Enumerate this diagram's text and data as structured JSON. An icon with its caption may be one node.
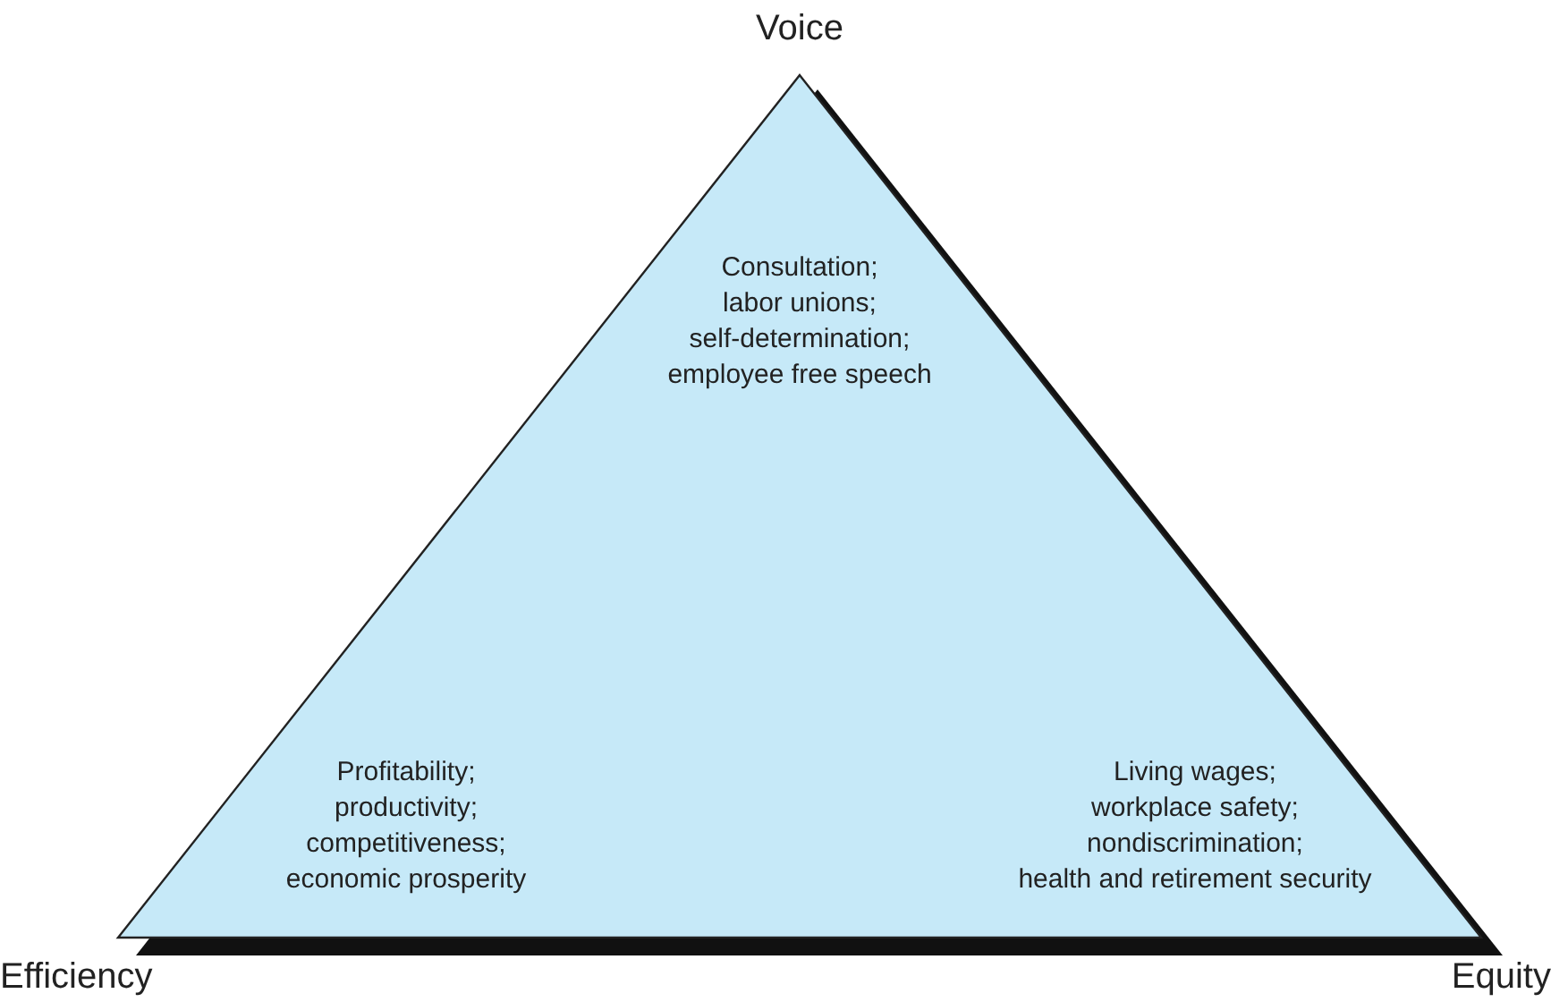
{
  "diagram": {
    "nodes": [
      {
        "text": [
          "Consultation; labor unions; self-determination; employee free speech",
          "Profitability; productivity; competitiveness; economic prosperity",
          "Living wages; workplace safety; nondiscrimination; health and retirement security"
        ]
      }
    ],
    "edges": [],
    "labels": [
      "Voice",
      "Efficiency",
      "Equity"
    ]
  }
}
